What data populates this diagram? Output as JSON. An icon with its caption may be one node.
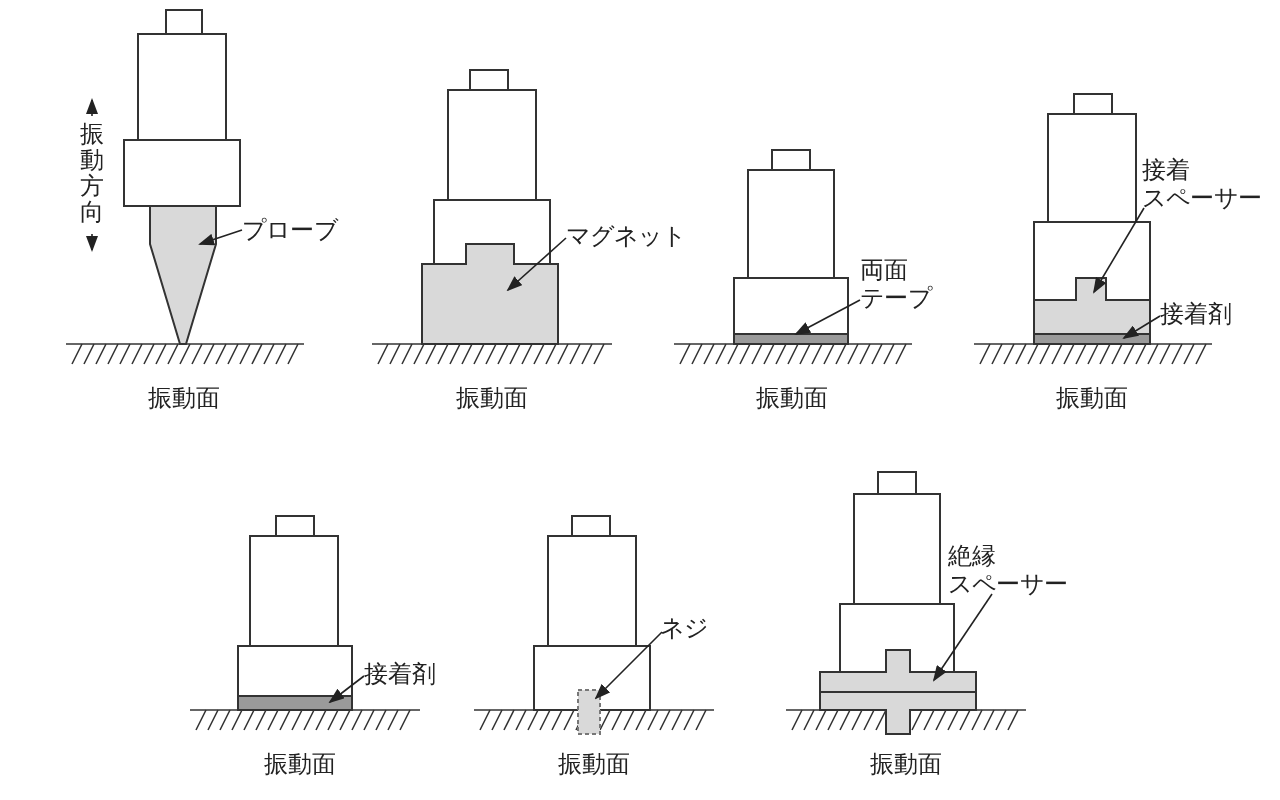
{
  "diagram": {
    "nodes": [
      {
        "text": [
          "プローブ"
        ]
      },
      {
        "text": [],
        "shape": "cone"
      },
      {
        "text": [
          "マグネット"
        ]
      },
      {
        "text": [],
        "shape": "box"
      },
      {
        "text": [
          "両面テープ"
        ]
      },
      {
        "text": [],
        "shape": "bar"
      },
      {
        "text": [
          "接着スペーサー"
        ]
      },
      {
        "text": [],
        "shape": "box"
      },
      {
        "text": [
          "接着剤"
        ]
      },
      {
        "text": [],
        "shape": "bar"
      },
      {
        "text": [
          "接着剤"
        ]
      },
      {
        "text": [],
        "shape": "bar"
      },
      {
        "text": [
          "ネジ"
        ]
      },
      {
        "text": [],
        "shape": "box"
      },
      {
        "text": [
          "絶縁スペーサー"
        ]
      },
      {
        "text": [],
        "shape": "box"
      }
    ],
    "edges": [
      {
        "from": 0,
        "to": 1,
        "arrow": "to"
      },
      {
        "from": 2,
        "to": 3,
        "arrow": "to"
      },
      {
        "from": 4,
        "to": 5,
        "arrow": "to"
      },
      {
        "from": 6,
        "to": 7,
        "arrow": "to"
      },
      {
        "from": 8,
        "to": 9,
        "arrow": "to"
      },
      {
        "from": 10,
        "to": 11,
        "arrow": "to"
      },
      {
        "from": 12,
        "to": 13,
        "arrow": "to"
      },
      {
        "from": 14,
        "to": 15,
        "arrow": "to"
      }
    ],
    "labels": [
      "振動方向",
      "振動面",
      "振動面",
      "振動面",
      "振動面",
      "振動面",
      "振動面",
      "振動面"
    ]
  }
}
